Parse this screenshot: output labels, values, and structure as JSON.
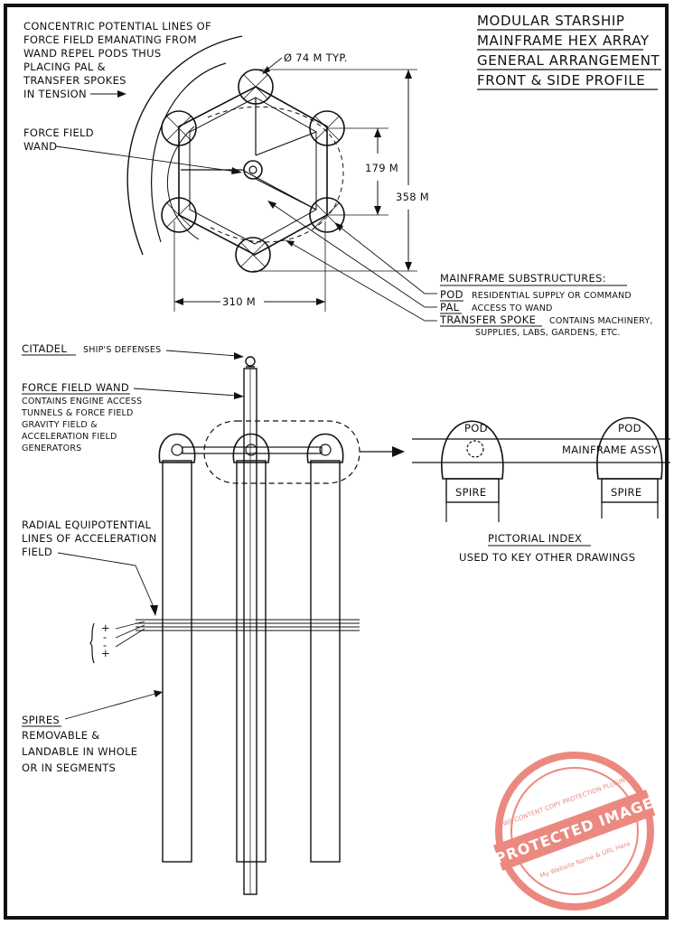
{
  "title": {
    "line1": "MODULAR STARSHIP",
    "line2": "MAINFRAME HEX ARRAY",
    "line3": "GENERAL ARRANGEMENT",
    "line4": "FRONT & SIDE PROFILE"
  },
  "front_view": {
    "concentric_note": [
      "CONCENTRIC POTENTIAL LINES OF",
      "FORCE FIELD EMANATING FROM",
      "WAND REPEL PODS THUS",
      "PLACING PAL &",
      "TRANSFER SPOKES",
      "IN TENSION"
    ],
    "wand_note": [
      "FORCE FIELD",
      "WAND"
    ],
    "pod_dim": "Ø 74 M TYP.",
    "dim_179": "179 M",
    "dim_358": "358 M",
    "dim_310": "310 M"
  },
  "substructures": {
    "heading": "MAINFRAME SUBSTRUCTURES:",
    "pod": {
      "name": "POD",
      "desc": "RESIDENTIAL SUPPLY OR COMMAND"
    },
    "pal": {
      "name": "PAL",
      "desc": "ACCESS TO WAND"
    },
    "spoke": {
      "name": "TRANSFER SPOKE",
      "desc": "CONTAINS MACHINERY,",
      "desc2": "SUPPLIES, LABS, GARDENS, ETC."
    }
  },
  "side_view": {
    "citadel": {
      "name": "CITADEL",
      "desc": "SHIP'S DEFENSES"
    },
    "wand": {
      "name": "FORCE FIELD WAND",
      "lines": [
        "CONTAINS ENGINE ACCESS",
        "TUNNELS & FORCE FIELD",
        "GRAVITY FIELD &",
        "ACCELERATION FIELD",
        "GENERATORS"
      ]
    },
    "radial": [
      "RADIAL EQUIPOTENTIAL",
      "LINES OF ACCELERATION",
      "FIELD"
    ],
    "spires": {
      "name": "SPIRES",
      "lines": [
        "REMOVABLE &",
        "LANDABLE IN WHOLE",
        "OR IN SEGMENTS"
      ]
    },
    "signs": [
      "+",
      "-",
      "-",
      "+"
    ]
  },
  "pictorial": {
    "pod1": "POD",
    "pod2": "POD",
    "spire1": "SPIRE",
    "spire2": "SPIRE",
    "assy": "MAINFRAME ASSY",
    "caption1": "PICTORIAL INDEX",
    "caption2": "USED TO KEY OTHER DRAWINGS"
  },
  "stamp": {
    "center": "PROTECTED IMAGE",
    "top": "WP CONTENT COPY PROTECTION PLUGIN",
    "bottom": "My Website Name & URL Here",
    "color": "#e8756a"
  }
}
